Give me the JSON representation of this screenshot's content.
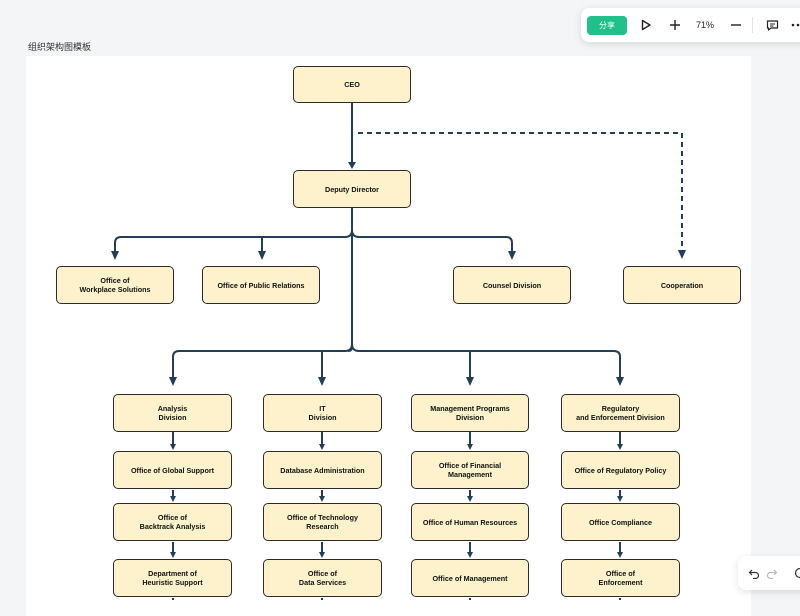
{
  "document": {
    "title": "组织架构图模板"
  },
  "toolbar": {
    "share_label": "分享",
    "zoom_label": "71%",
    "icons": [
      "play-icon",
      "zoom-in-icon",
      "zoom-out-icon",
      "comment-icon",
      "more-icon"
    ]
  },
  "history": {
    "icons": [
      "undo-icon",
      "redo-icon"
    ]
  },
  "colors": {
    "node_fill": "#fdf2cc",
    "node_border": "#2b2b2b",
    "edge": "#233e56",
    "share": "#1fc08a"
  },
  "org_chart": {
    "ceo": "CEO",
    "deputy": "Deputy Director",
    "offices": {
      "workplace": "Office of\nWorkplace Solutions",
      "public_relations": "Office of Public Relations",
      "counsel": "Counsel Division",
      "cooperation": "Cooperation"
    },
    "divisions": {
      "analysis": {
        "name": "Analysis\nDivision",
        "units": [
          "Office of Global Support",
          "Office of\nBacktrack Analysis",
          "Department of\nHeuristic Support"
        ]
      },
      "it": {
        "name": "IT\nDivision",
        "units": [
          "Database Administration",
          "Office of Technology\nResearch",
          "Office of\nData Services"
        ]
      },
      "management": {
        "name": "Management Programs\nDivision",
        "units": [
          "Office of Financial\nManagement",
          "Office of Human Resources",
          "Office of Management"
        ]
      },
      "regulatory": {
        "name": "Regulatory\nand Enforcement Division",
        "units": [
          "Office of Regulatory Policy",
          "Office Compliance",
          "Office of\nEnforcement"
        ]
      }
    }
  }
}
